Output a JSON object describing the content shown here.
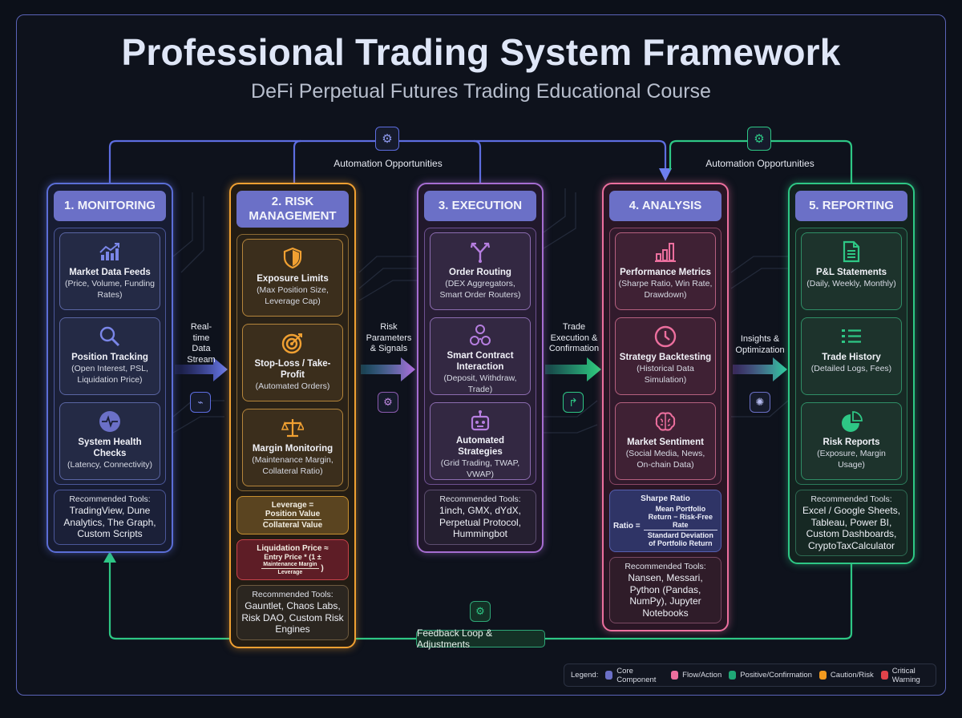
{
  "title": "Professional Trading System Framework",
  "subtitle": "DeFi Perpetual Futures Trading Educational Course",
  "automation": [
    {
      "label": "Automation Opportunities",
      "icon": "gears-icon"
    },
    {
      "label": "Automation Opportunities",
      "icon": "gears-icon"
    }
  ],
  "stages": [
    {
      "header": "1. MONITORING",
      "items": [
        {
          "icon": "chart-growth-icon",
          "name": "Market Data Feeds",
          "desc": "(Price, Volume, Funding Rates)"
        },
        {
          "icon": "magnifier-icon",
          "name": "Position Tracking",
          "desc": "(Open Interest, PSL, Liquidation Price)"
        },
        {
          "icon": "heartbeat-icon",
          "name": "System Health Checks",
          "desc": "(Latency, Connectivity)"
        }
      ],
      "tools_label": "Recommended Tools:",
      "tools": "TradingView, Dune Analytics, The Graph, Custom Scripts"
    },
    {
      "header": "2. RISK MANAGEMENT",
      "items": [
        {
          "icon": "shield-icon",
          "name": "Exposure Limits",
          "desc": "(Max Position Size, Leverage Cap)"
        },
        {
          "icon": "target-icon",
          "name": "Stop-Loss / Take-Profit",
          "desc": "(Automated Orders)"
        },
        {
          "icon": "scales-icon",
          "name": "Margin Monitoring",
          "desc": "(Maintenance Margin, Collateral Ratio)"
        }
      ],
      "formulas": {
        "leverage": {
          "lhs": "Leverage =",
          "num": "Position Value",
          "den": "Collateral Value"
        },
        "liquidation": {
          "title": "Liquidation Price ≈",
          "lhs": "Entry Price * (1 ±",
          "num": "Maintenance Margin",
          "den": "Leverage",
          "rhs": ")"
        }
      },
      "tools_label": "Recommended Tools:",
      "tools": "Gauntlet, Chaos Labs, Risk DAO, Custom Risk Engines"
    },
    {
      "header": "3. EXECUTION",
      "items": [
        {
          "icon": "routing-icon",
          "name": "Order Routing",
          "desc": "(DEX Aggregators, Smart Order Routers)"
        },
        {
          "icon": "contracts-icon",
          "name": "Smart Contract Interaction",
          "desc": "(Deposit, Withdraw, Trade)"
        },
        {
          "icon": "robot-icon",
          "name": "Automated Strategies",
          "desc": "(Grid Trading, TWAP, VWAP)"
        }
      ],
      "tools_label": "Recommended Tools:",
      "tools": "1inch, GMX, dYdX, Perpetual Protocol, Hummingbot"
    },
    {
      "header": "4. ANALYSIS",
      "items": [
        {
          "icon": "bar-chart-icon",
          "name": "Performance Metrics",
          "desc": "(Sharpe Ratio, Win Rate, Drawdown)"
        },
        {
          "icon": "clock-icon",
          "name": "Strategy Backtesting",
          "desc": "(Historical Data Simulation)"
        },
        {
          "icon": "brain-icon",
          "name": "Market Sentiment",
          "desc": "(Social Media, News, On-chain Data)"
        }
      ],
      "formula": {
        "title": "Sharpe Ratio",
        "lhs": "Ratio =",
        "num": "Mean Portfolio Return − Risk-Free Rate",
        "den": "Standard Deviation of Portfolio Return"
      },
      "tools_label": "Recommended Tools:",
      "tools": "Nansen, Messari, Python (Pandas, NumPy), Jupyter Notebooks"
    },
    {
      "header": "5. REPORTING",
      "items": [
        {
          "icon": "document-icon",
          "name": "P&L Statements",
          "desc": "(Daily, Weekly, Monthly)"
        },
        {
          "icon": "list-icon",
          "name": "Trade History",
          "desc": "(Detailed Logs, Fees)"
        },
        {
          "icon": "pie-chart-icon",
          "name": "Risk Reports",
          "desc": "(Exposure, Margin Usage)"
        }
      ],
      "tools_label": "Recommended Tools:",
      "tools": "Excel / Google Sheets, Tableau, Power BI, Custom Dashboards, CryptoTaxCalculator"
    }
  ],
  "flows": [
    {
      "label": "Real-time Data Stream",
      "icon": "usb-icon"
    },
    {
      "label": "Risk Parameters & Signals",
      "icon": "gears-icon"
    },
    {
      "label": "Trade Execution & Confirmation",
      "icon": "share-arrow-icon"
    },
    {
      "label": "Insights & Optimization",
      "icon": "lightbulb-icon"
    }
  ],
  "feedback": {
    "label": "Feedback Loop & Adjustments",
    "icon": "gears-icon"
  },
  "legend": {
    "title": "Legend:",
    "items": [
      {
        "label": "Core Component",
        "color": "#6b70c7"
      },
      {
        "label": "Flow/Action",
        "color": "#ec6f9e"
      },
      {
        "label": "Positive/Confirmation",
        "color": "#1fa876"
      },
      {
        "label": "Caution/Risk",
        "color": "#f29a1f"
      },
      {
        "label": "Critical Warning",
        "color": "#e0434a"
      }
    ]
  }
}
